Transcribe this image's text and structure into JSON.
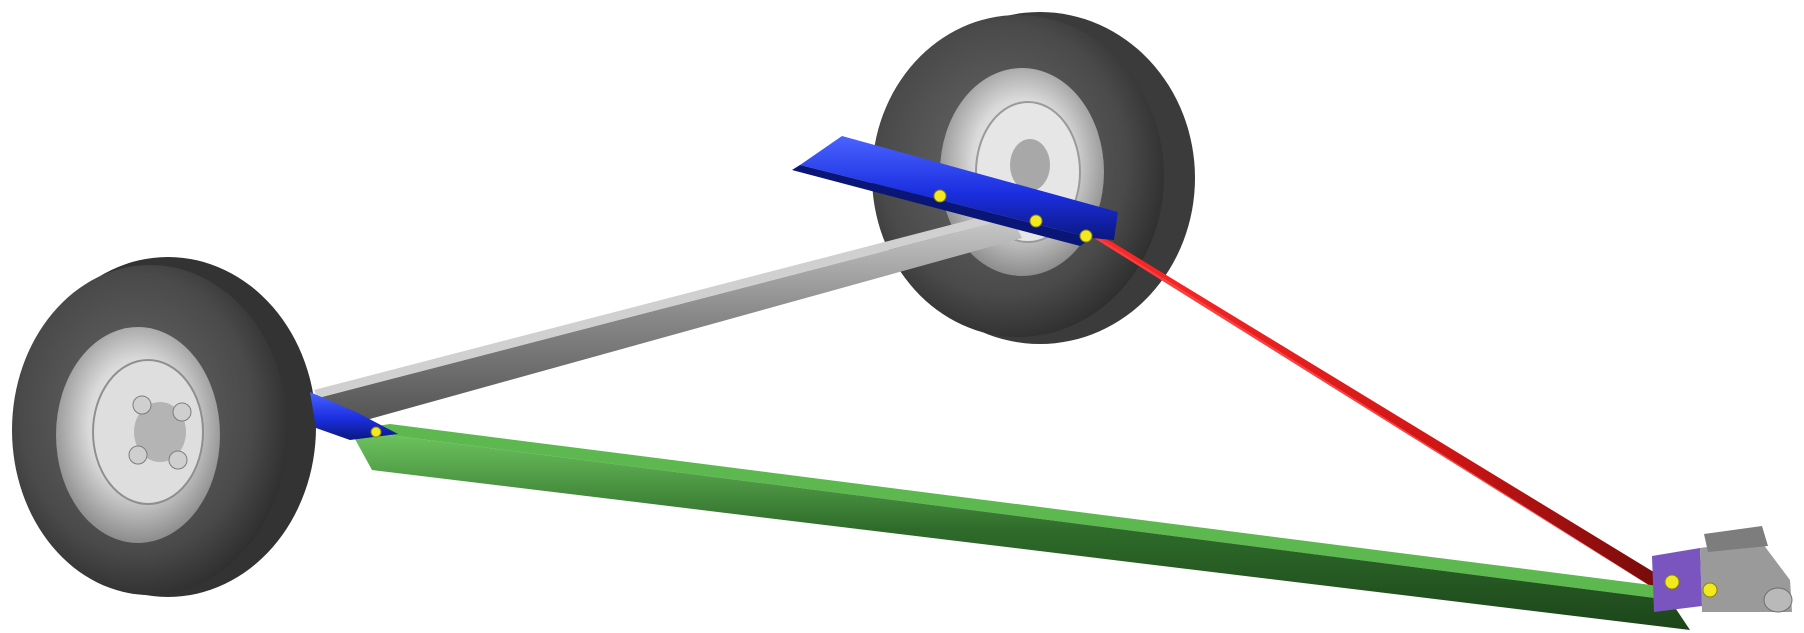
{
  "scene": {
    "subject": "trailer-axle-and-tongue-frame-render",
    "background_color": "#ffffff",
    "colors": {
      "tire": "#3d3d3d",
      "tire_tread": "#5a5a5a",
      "rim": "#d8d8d8",
      "axle_tube": "#7b7b7b",
      "axle_tube_light": "#b3b3b3",
      "left_tongue_rail": "#2f6b2a",
      "left_tongue_rail_light": "#67b85c",
      "right_tongue_rail": "#c81414",
      "right_tongue_rail_dark": "#6e0a0a",
      "mount_bracket": "#1b2fe0",
      "bolt": "#f2ea1e",
      "coupler_plate": "#7a55c0",
      "coupler_body": "#9a9a9a"
    },
    "parts": [
      "left-wheel",
      "right-wheel",
      "axle-tube",
      "left-tongue-rail",
      "right-tongue-rail",
      "left-mount-bracket",
      "right-mount-bracket",
      "hitch-coupler"
    ]
  }
}
